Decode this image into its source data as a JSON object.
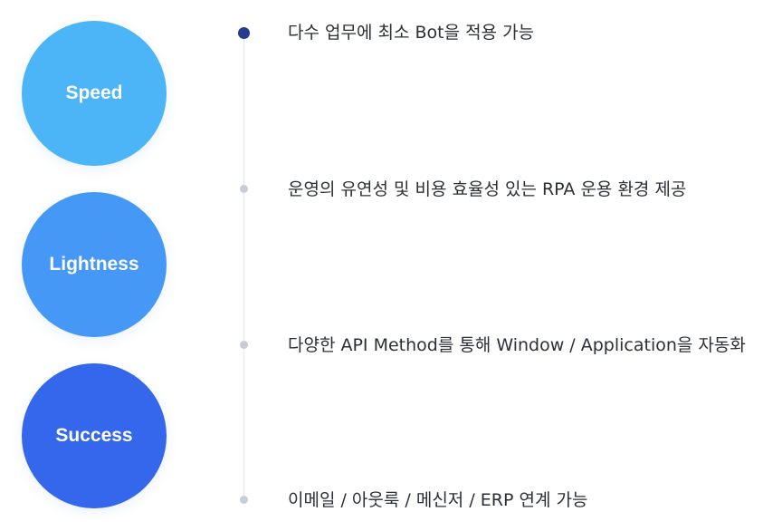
{
  "circles": [
    {
      "label": "Speed",
      "color": "#4bb5f8"
    },
    {
      "label": "Lightness",
      "color": "#4598f5"
    },
    {
      "label": "Success",
      "color": "#3467ec"
    }
  ],
  "timeline": {
    "line_color": "#e4e8ee",
    "active_dot_color": "#2a3a8c",
    "inactive_dot_color": "#c5ced8",
    "items": [
      {
        "text": "다수 업무에 최소 Bot을 적용 가능",
        "active": true
      },
      {
        "text": "운영의 유연성 및 비용 효율성 있는 RPA 운용 환경 제공",
        "active": false
      },
      {
        "text": "다양한 API Method를 통해 Window / Application을 자동화",
        "active": false
      },
      {
        "text": "이메일 / 아웃룩 / 메신저 / ERP 연계 가능",
        "active": false
      }
    ]
  }
}
